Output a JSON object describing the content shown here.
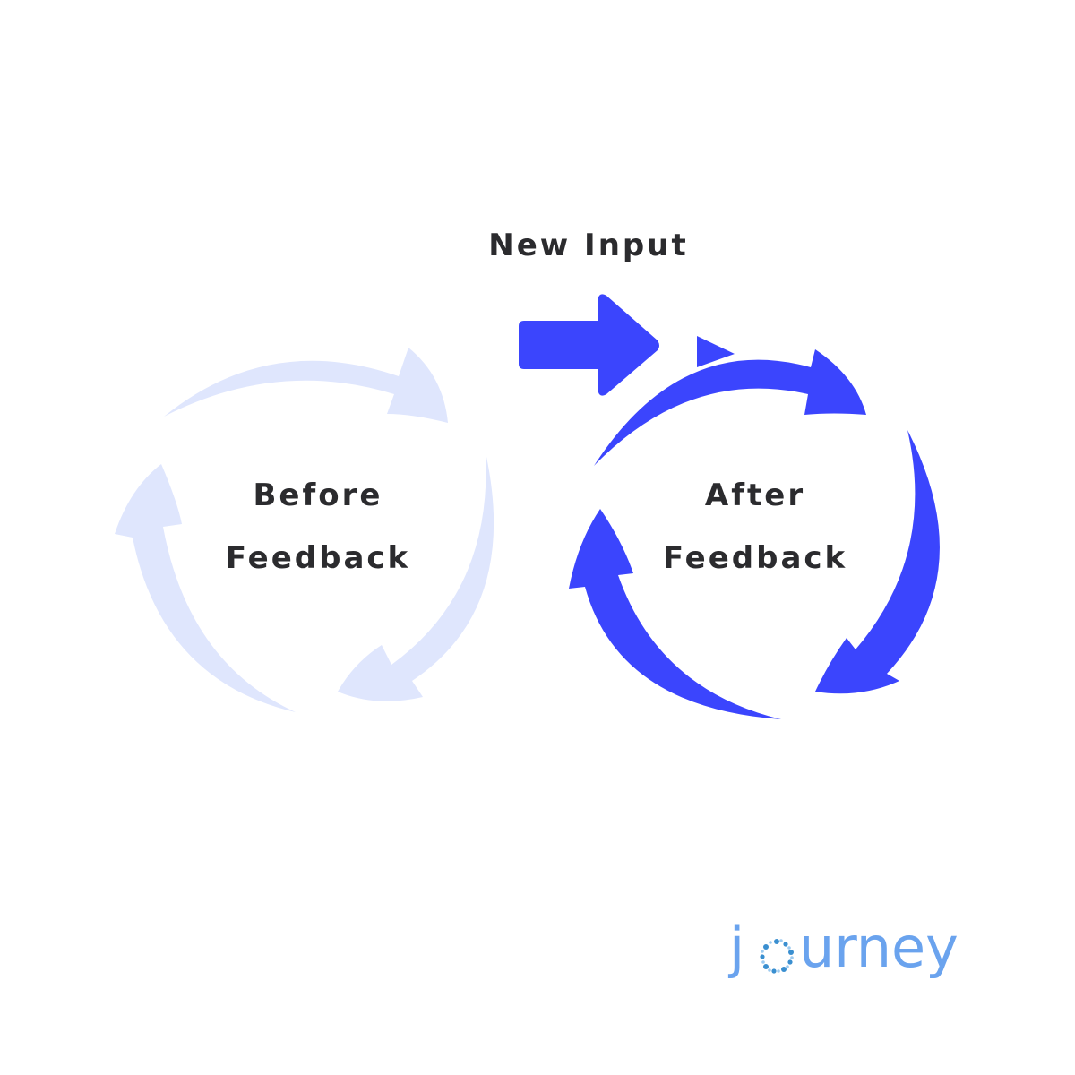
{
  "new_input_label": "New Input",
  "before_cycle": {
    "line1": "Before",
    "line2": "Feedback",
    "color": "#dfe6fd"
  },
  "after_cycle": {
    "line1": "After",
    "line2": "Feedback",
    "color": "#3b45fd"
  },
  "input_arrow": {
    "color": "#3b45fd"
  },
  "text_color": "#2b2b2e",
  "logo": {
    "text": "journey",
    "color": "#6aa3ee",
    "mark_color": "#3a8fd0"
  }
}
